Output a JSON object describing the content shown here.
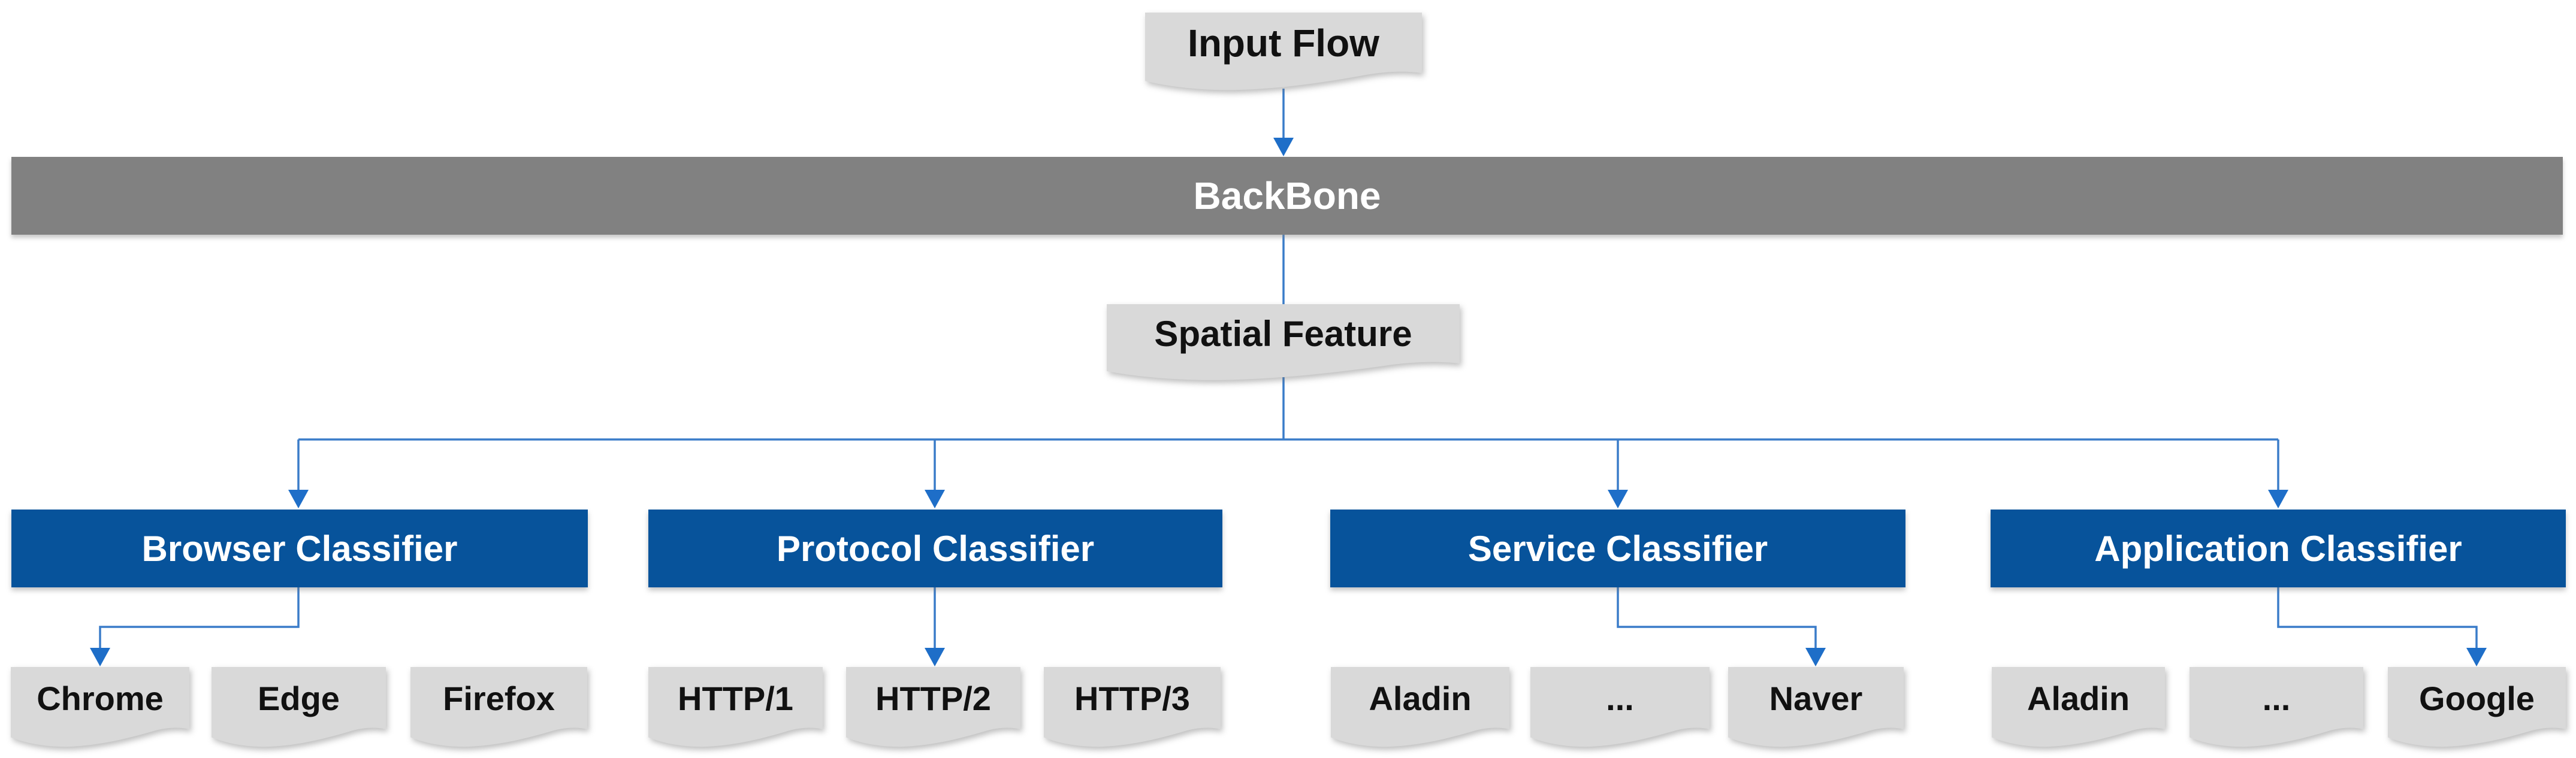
{
  "diagram": {
    "input_flow": {
      "label": "Input Flow"
    },
    "backbone": {
      "label": "BackBone"
    },
    "spatial_feature": {
      "label": "Spatial Feature"
    },
    "classifiers": [
      {
        "label": "Browser Classifier",
        "children": [
          "Chrome",
          "Edge",
          "Firefox"
        ],
        "arrow_target": "Chrome"
      },
      {
        "label": "Protocol Classifier",
        "children": [
          "HTTP/1",
          "HTTP/2",
          "HTTP/3"
        ],
        "arrow_target": "HTTP/2"
      },
      {
        "label": "Service Classifier",
        "children": [
          "Aladin",
          "...",
          "Naver"
        ],
        "arrow_target": "Naver"
      },
      {
        "label": "Application Classifier",
        "children": [
          "Aladin",
          "...",
          "Google"
        ],
        "arrow_target": "Google"
      }
    ],
    "colors": {
      "classifier_blue": "#07539B",
      "backbone_gray": "#818181",
      "banner_gray": "#D9D9D9",
      "connector_blue": "#3A7CC9",
      "arrow_blue": "#1E6EC8"
    }
  }
}
